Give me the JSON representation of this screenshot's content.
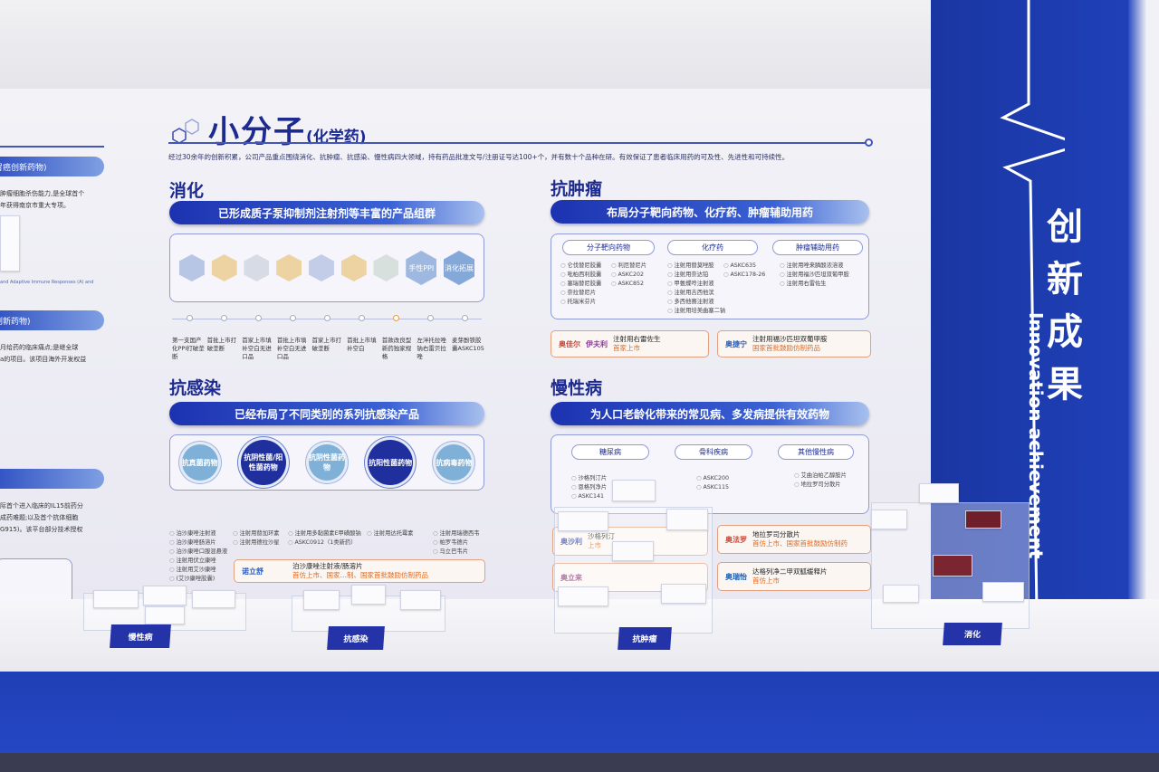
{
  "header": {
    "title": "小分子",
    "subtitle": "(化学药)",
    "description": "经过30余年的创新积累，公司产品重点围绕消化、抗肿瘤、抗感染、慢性病四大领域，持有药品批准文号/注册证号达100+个，并有数十个品种在研。有效保证了患者临床用药的可及性、先进性和可持续性。"
  },
  "digestion": {
    "title": "消化",
    "banner": "已形成质子泵抑制剂注射剂等丰富的产品组群",
    "hexes": [
      "",
      "",
      "",
      "",
      "",
      "",
      "",
      "手性PPI",
      "消化拓展"
    ],
    "timeline": [
      "第一支国产化PPI打破垄断",
      "首批上市打破垄断",
      "首家上市填补空白无进口品",
      "首批上市填补空白无进口品",
      "首家上市打破垄断",
      "首批上市填补空白",
      "首款改良型新药独家规格",
      "左泮托拉唑钠右雷贝拉唑",
      "麦芽酚铁胶囊ASKC105"
    ]
  },
  "anti_infection": {
    "title": "抗感染",
    "banner": "已经布局了不同类别的系列抗感染产品",
    "circles": [
      "抗真菌药物",
      "抗阴性菌/阳性菌药物",
      "抗阴性菌药物",
      "抗阳性菌药物",
      "抗病毒药物"
    ],
    "lists": [
      [
        "泊沙康唑注射液",
        "泊沙康唑肠溶片",
        "泊沙康唑口服混悬液",
        "注射用伏立康唑",
        "注射用艾沙康唑",
        "(艾沙康唑胶囊)"
      ],
      [
        "注射用替加环素",
        "注射用德拉沙星"
      ],
      [
        "注射用多黏菌素E甲磺酸钠",
        "ASKC0912（1类新药）"
      ],
      [
        "注射用达托霉素"
      ],
      [
        "注射用瑞德西韦",
        "帕罗韦德片",
        "马立巴韦片"
      ]
    ],
    "card": {
      "brand": "诺立舒",
      "title": "泊沙康唑注射液/肠溶片",
      "note": "首仿上市、国家…制、国家首批鼓励仿制药品"
    }
  },
  "oncology": {
    "title": "抗肿瘤",
    "banner": "布局分子靶向药物、化疗药、肿瘤辅助用药",
    "columns": [
      {
        "tag": "分子靶向药物",
        "items": [
          "仑伐替尼胶囊",
          "吡柏西利胶囊",
          "塞瑞替尼胶囊",
          "奈拉替尼片",
          "托瑞米芬片",
          "利厄替尼片",
          "ASKC202",
          "ASKC852"
        ]
      },
      {
        "tag": "化疗药",
        "items": [
          "注射用替莫唑胺",
          "注射用奈达铂",
          "甲氨蝶呤注射液",
          "注射用吉西他滨",
          "多西他赛注射液",
          "注射用培美曲塞二钠",
          "ASKC635",
          "ASKC178-26"
        ]
      },
      {
        "tag": "肿瘤辅助用药",
        "items": [
          "注射用唑来膦酸浓溶液",
          "注射用福沙匹坦双葡甲胺",
          "注射用右雷佐生"
        ]
      }
    ],
    "cards": [
      {
        "brand1": "奥佳尔",
        "brand2": "伊夫利",
        "title": "注射用右雷佐生",
        "note": "首家上市"
      },
      {
        "brand1": "奥捷宁",
        "title": "注射用福沙匹坦双葡甲胺",
        "note": "国家首批鼓励仿制药品"
      }
    ]
  },
  "chronic": {
    "title": "慢性病",
    "banner": "为人口老龄化带来的常见病、多发病提供有效药物",
    "columns": [
      {
        "tag": "糖尿病",
        "items": [
          "沙格列汀片",
          "恩格列净片",
          "ASKC141"
        ]
      },
      {
        "tag": "骨科疾病",
        "items": [
          "ASKC200",
          "ASKC115"
        ]
      },
      {
        "tag": "其他慢性病",
        "items": [
          "艾曲泊帕乙醇胺片",
          "地拉罗司分散片"
        ]
      }
    ],
    "cards": [
      {
        "brand": "奥沙利",
        "title": "沙格列汀",
        "note": "上市"
      },
      {
        "brand": "奥法罗",
        "title": "地拉罗司分散片",
        "note": "首仿上市、国家首批鼓励仿制药"
      },
      {
        "brand": "奥立来",
        "title": "",
        "note": ""
      },
      {
        "brand": "奥瑞怡",
        "title": "达格列净二甲双胍缓释片",
        "note": "首仿上市"
      }
    ]
  },
  "left_panel": {
    "pills": [
      "胃癌创新药物)",
      "创新药物)",
      ""
    ],
    "texts": [
      "肿瘤细胞杀伤能力,是全球首个",
      "年获得南京市重大专项。",
      "and Adaptive Immune Responses (A) and",
      "月给药的临床痛点;是继全球",
      "a的项目。该项目海外开发权益",
      "际首个进入临床的IL15前药分",
      "成药难题;以及首个抗体细胞",
      "G915)。该平台部分技术授权"
    ]
  },
  "right_panel": {
    "title_chars": [
      "创",
      "新",
      "成",
      "果"
    ],
    "subtitle": "Innovation achievement"
  },
  "counter_signs": [
    "慢性病",
    "抗感染",
    "抗肿瘤",
    "消化"
  ]
}
